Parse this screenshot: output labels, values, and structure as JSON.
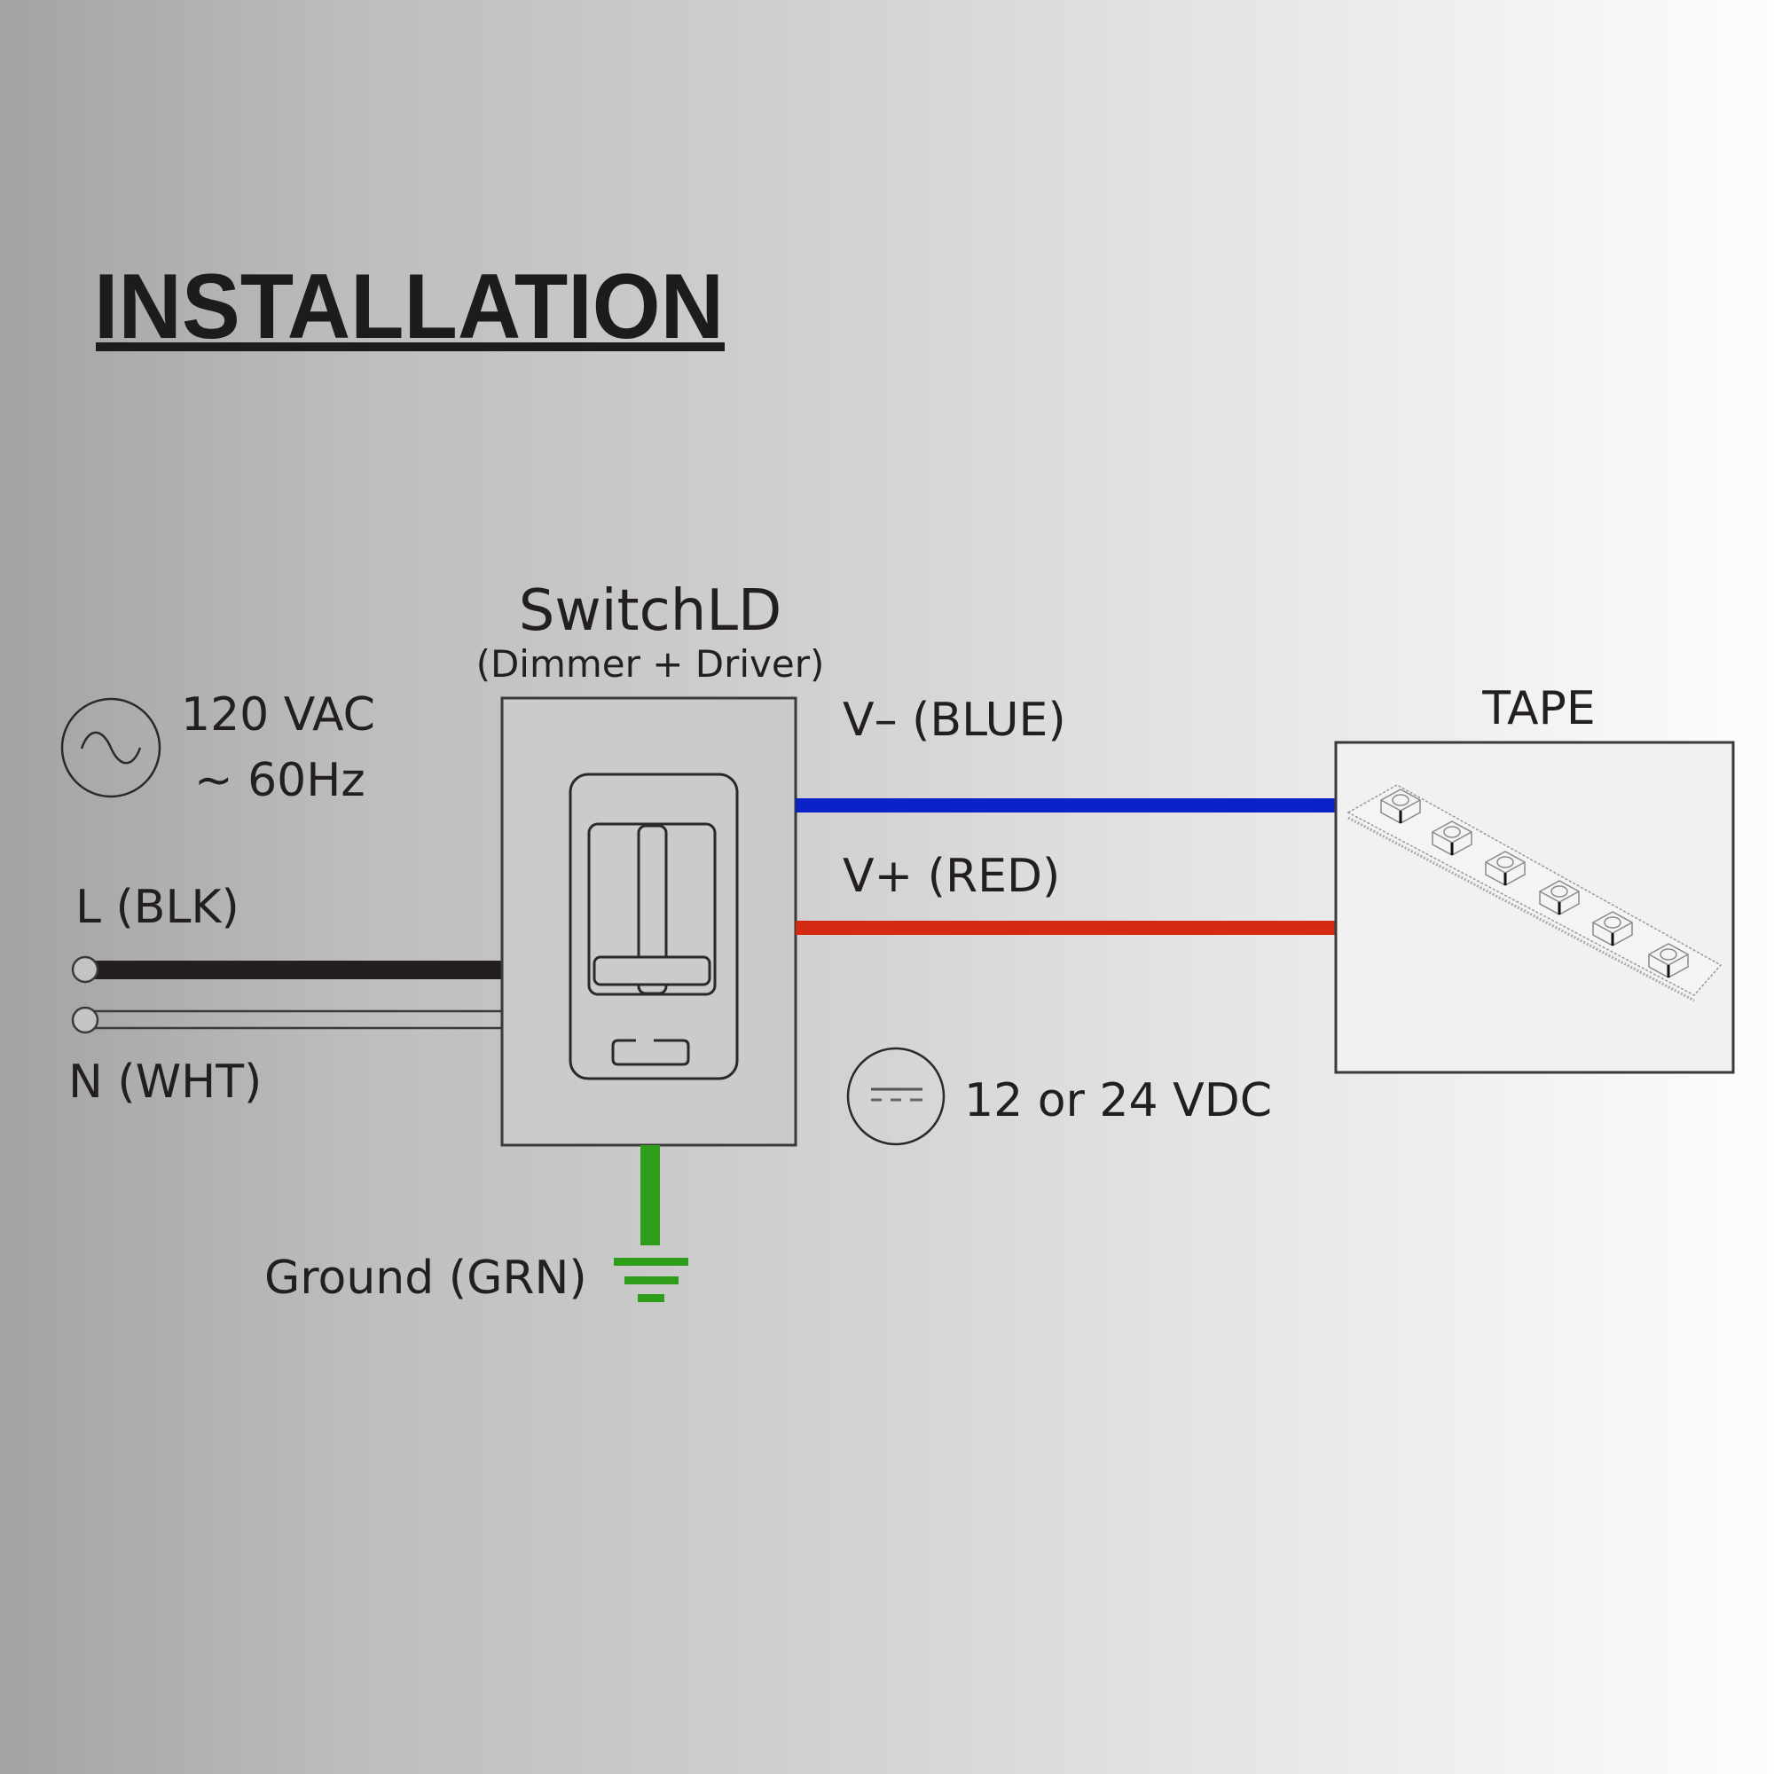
{
  "title": "INSTALLATION",
  "device": {
    "name": "SwitchLD",
    "subtitle": "(Dimmer + Driver)"
  },
  "ac_source": {
    "icon": "ac-sine-icon",
    "voltage": "120 VAC",
    "frequency": "~ 60Hz"
  },
  "inputs": {
    "line": "L (BLK)",
    "neutral": "N (WHT)",
    "ground": "Ground (GRN)"
  },
  "outputs": {
    "negative": "V– (BLUE)",
    "positive": "V+ (RED)"
  },
  "dc_output": {
    "icon": "dc-symbol-icon",
    "voltage": "12 or 24 VDC"
  },
  "load": {
    "name": "TAPE"
  },
  "colors": {
    "line_wire": "#231f20",
    "blue_wire": "#0a22c8",
    "red_wire": "#d42a12",
    "ground_wire": "#2e9e1a"
  }
}
